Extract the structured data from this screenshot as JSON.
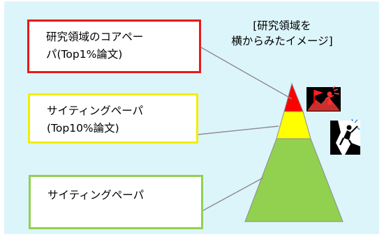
{
  "boxes": {
    "core": {
      "line1": "研究領域のコアペー",
      "line2": "パ(Top1%論文)",
      "color": "#e51a1a"
    },
    "citing10": {
      "line1": "サイティングペーパ",
      "line2": "(Top10%論文)",
      "color": "#f2ee00"
    },
    "citing": {
      "line1": "サイティングペーパ",
      "color": "#92d050"
    }
  },
  "heading": {
    "line1": "[研究領域を",
    "line2": "横からみたイメージ]"
  },
  "pyramid": {
    "tiers": [
      {
        "name": "top",
        "color": "#ff0000"
      },
      {
        "name": "middle",
        "color": "#ffff00"
      },
      {
        "name": "base",
        "color": "#92d050"
      }
    ],
    "outline_color": "#8c8c8c"
  },
  "icons": [
    "summit-flag-icon",
    "climber-icon"
  ]
}
